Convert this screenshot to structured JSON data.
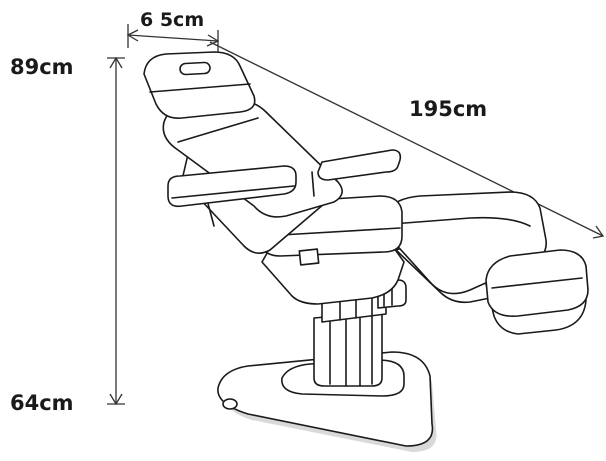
{
  "dimensions": {
    "width": "6 5cm",
    "length": "195cm",
    "height_max": "89cm",
    "height_min": "64cm"
  },
  "colors": {
    "line": "#1a1a1a",
    "dim_line": "#333333",
    "shadow": "#d9d9d9",
    "fill": "#ffffff"
  }
}
